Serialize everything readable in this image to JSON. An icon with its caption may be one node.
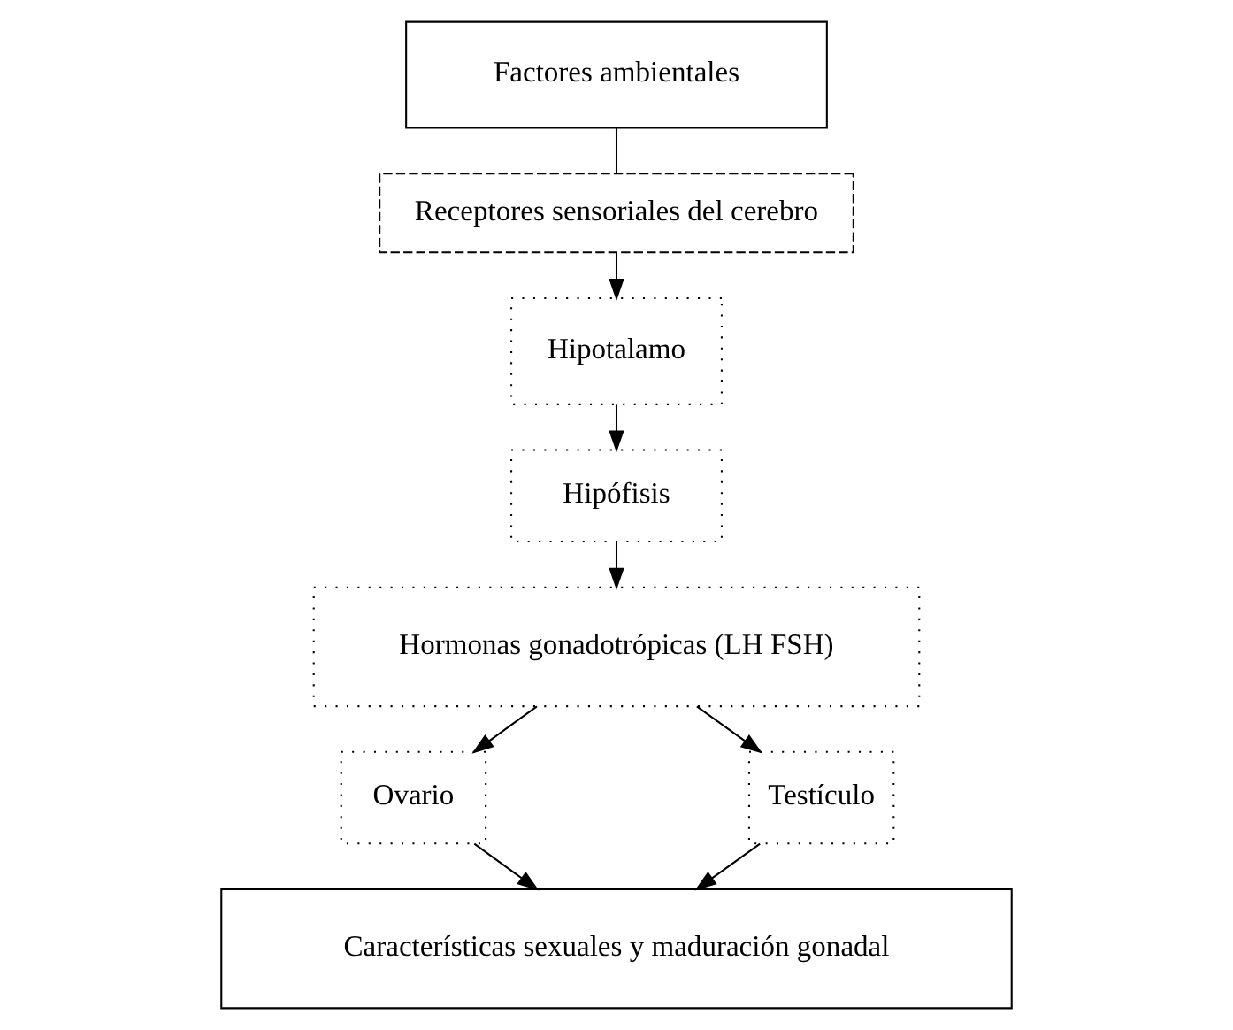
{
  "diagram": {
    "nodes": [
      {
        "text": [
          "Factores ambientales"
        ]
      },
      {
        "text": [
          "Receptores sensoriales del cerebro"
        ]
      },
      {
        "text": [
          "Hipotalamo"
        ]
      },
      {
        "text": [
          "Hipófisis"
        ]
      },
      {
        "text": [
          "Hormonas gonadotrópicas (LH FSH)"
        ]
      },
      {
        "text": [
          "Ovario"
        ]
      },
      {
        "text": [
          "Testículo"
        ]
      },
      {
        "text": [
          "Características sexuales y maduración gonadal"
        ]
      }
    ],
    "edges": [
      {
        "from": 0,
        "to": 1,
        "arrow": "none"
      },
      {
        "from": 1,
        "to": 2,
        "arrow": "to"
      },
      {
        "from": 2,
        "to": 3,
        "arrow": "to"
      },
      {
        "from": 3,
        "to": 4,
        "arrow": "to"
      },
      {
        "from": 4,
        "to": 5,
        "arrow": "to"
      },
      {
        "from": 4,
        "to": 6,
        "arrow": "to"
      },
      {
        "from": 5,
        "to": 7,
        "arrow": "to"
      },
      {
        "from": 6,
        "to": 7,
        "arrow": "to"
      }
    ]
  }
}
